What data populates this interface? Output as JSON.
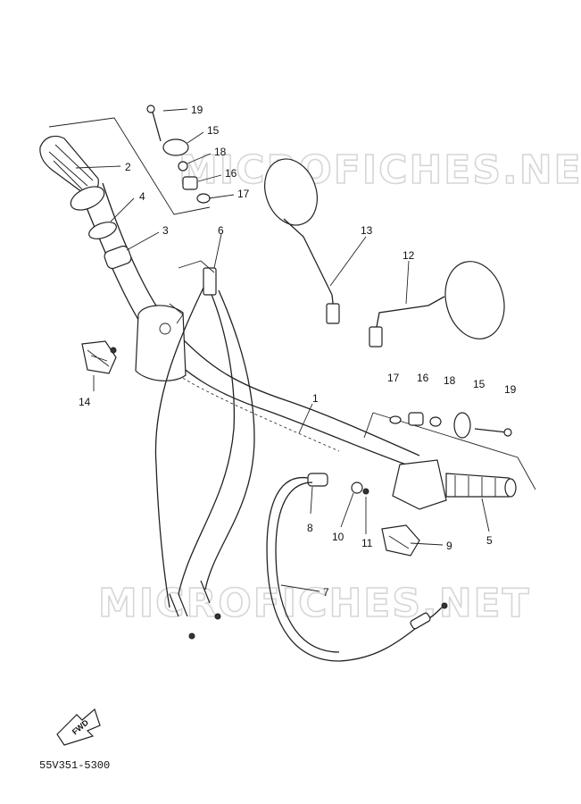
{
  "watermark": "MICROFICHES.NET",
  "diagram_code": "55V351-5300",
  "fwd_label": "FWD",
  "callouts": [
    {
      "id": "c19a",
      "text": "19"
    },
    {
      "id": "c15a",
      "text": "15"
    },
    {
      "id": "c18a",
      "text": "18"
    },
    {
      "id": "c16a",
      "text": "16"
    },
    {
      "id": "c17a",
      "text": "17"
    },
    {
      "id": "c2",
      "text": "2"
    },
    {
      "id": "c4",
      "text": "4"
    },
    {
      "id": "c3",
      "text": "3"
    },
    {
      "id": "c6",
      "text": "6"
    },
    {
      "id": "c13",
      "text": "13"
    },
    {
      "id": "c12",
      "text": "12"
    },
    {
      "id": "c14",
      "text": "14"
    },
    {
      "id": "c1",
      "text": "1"
    },
    {
      "id": "c17b",
      "text": "17"
    },
    {
      "id": "c16b",
      "text": "16"
    },
    {
      "id": "c18b",
      "text": "18"
    },
    {
      "id": "c15b",
      "text": "15"
    },
    {
      "id": "c19b",
      "text": "19"
    },
    {
      "id": "c8",
      "text": "8"
    },
    {
      "id": "c10",
      "text": "10"
    },
    {
      "id": "c11",
      "text": "11"
    },
    {
      "id": "c5",
      "text": "5"
    },
    {
      "id": "c9",
      "text": "9"
    },
    {
      "id": "c7",
      "text": "7"
    }
  ]
}
